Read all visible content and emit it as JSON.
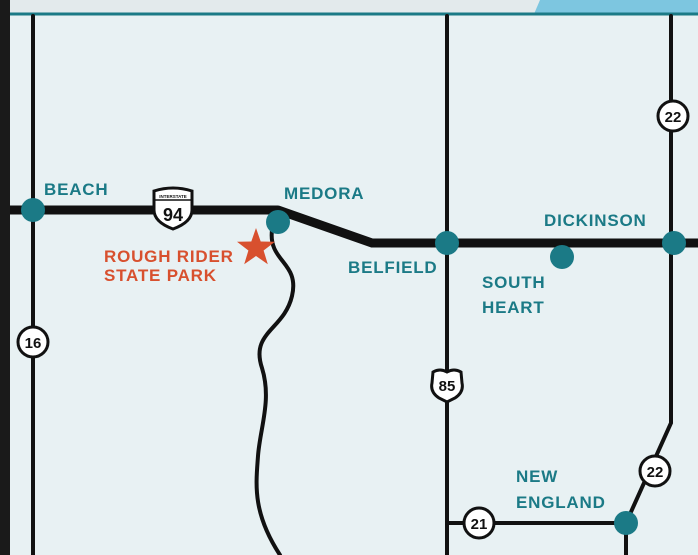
{
  "cities": [
    {
      "id": "beach",
      "label": "BEACH"
    },
    {
      "id": "medora",
      "label": "MEDORA"
    },
    {
      "id": "belfield",
      "label": "BELFIELD"
    },
    {
      "id": "south-heart",
      "label_lines": [
        "SOUTH",
        "HEART"
      ]
    },
    {
      "id": "dickinson",
      "label": "DICKINSON"
    },
    {
      "id": "new-england",
      "label_lines": [
        "NEW",
        "ENGLAND"
      ]
    }
  ],
  "park": {
    "label_lines": [
      "ROUGH RIDER",
      "STATE PARK"
    ]
  },
  "shields": {
    "interstate": {
      "top": "INTERSTATE",
      "number": "94"
    },
    "us": {
      "number": "85"
    },
    "state_16": {
      "number": "16"
    },
    "state_22_north": {
      "number": "22"
    },
    "state_22_south": {
      "number": "22"
    },
    "state_21": {
      "number": "21"
    }
  },
  "colors": {
    "background": "#e8f1f3",
    "frame": "#1a1a1a",
    "top_band": "#e3eaec",
    "top_band_accent": "#7dc6e0",
    "city_dot": "#1b7a86",
    "city_label": "#1b7a86",
    "park": "#d8502e",
    "road": "#111111"
  }
}
